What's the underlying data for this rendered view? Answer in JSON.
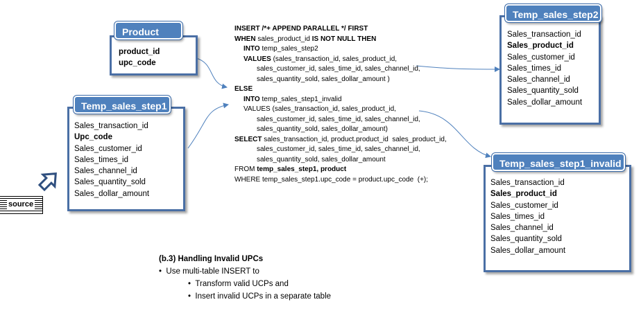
{
  "tables": {
    "product": {
      "title": "Product",
      "fields": [
        "product_id",
        "upc_code"
      ]
    },
    "step1": {
      "title": "Temp_sales_step1",
      "fields": [
        "Sales_transaction_id",
        "Upc_code",
        "Sales_customer_id",
        "Sales_times_id",
        "Sales_channel_id",
        "Sales_quantity_sold",
        "Sales_dollar_amount"
      ]
    },
    "step2": {
      "title": "Temp_sales_step2",
      "fields": [
        "Sales_transaction_id",
        "Sales_product_id",
        "Sales_customer_id",
        "Sales_times_id",
        "Sales_channel_id",
        "Sales_quantity_sold",
        "Sales_dollar_amount"
      ]
    },
    "invalid": {
      "title": "Temp_sales_step1_invalid",
      "fields": [
        "Sales_transaction_id",
        "Sales_product_id",
        "Sales_customer_id",
        "Sales_times_id",
        "Sales_channel_id",
        "Sales_quantity_sold",
        "Sales_dollar_amount"
      ]
    }
  },
  "source": {
    "label": "source"
  },
  "sql": {
    "l1": "INSERT /*+ APPEND PARALLEL */ FIRST",
    "l2a": "WHEN",
    "l2b": " sales_product_id ",
    "l2c": "IS NOT NULL THEN",
    "l3a": "INTO",
    "l3b": " temp_sales_step2",
    "l4a": "VALUES",
    "l4b": " (sales_transaction_id, sales_product_id,",
    "l5": "sales_customer_id, sales_time_id, sales_channel_id,",
    "l6": "sales_quantity_sold, sales_dollar_amount )",
    "l7": "ELSE",
    "l8a": "INTO",
    "l8b": " temp_sales_step1_invalid",
    "l9": "VALUES (sales_transaction_id, sales_product_id,",
    "l10": "sales_customer_id, sales_time_id, sales_channel_id,",
    "l11": "sales_quantity_sold, sales_dollar_amount)",
    "l12a": "SELECT",
    "l12b": " sales_transaction_id, product.product_id  sales_product_id,",
    "l13": "sales_customer_id, sales_time_id, sales_channel_id,",
    "l14": "sales_quantity_sold, sales_dollar_amount",
    "l15a": "FROM ",
    "l15b": "temp_sales_step1, product",
    "l16": "WHERE temp_sales_step1.upc_code = product.upc_code  (+);"
  },
  "caption": {
    "title": "(b.3) Handling Invalid UPCs",
    "b1": "Use multi-table INSERT to",
    "b2": "Transform valid UCPs and",
    "b3": "Insert invalid UCPs in a separate table"
  },
  "colors": {
    "header": "#4f81bd",
    "border": "#4a6fa5",
    "arrow": "#4f81bd"
  }
}
